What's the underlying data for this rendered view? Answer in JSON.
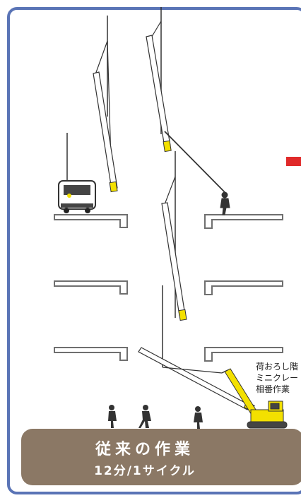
{
  "banner": {
    "title": "従来の作業",
    "subtitle": "12分/1サイクル"
  },
  "side_note": {
    "line1": "荷おろし階",
    "line2": "ミニクレー",
    "line3": "相番作業"
  },
  "colors": {
    "frame": "#5a74b6",
    "banner": "#8b7865",
    "crane": "#f3e000",
    "marker": "#e02a2a",
    "slab": "#6f6f6f"
  }
}
